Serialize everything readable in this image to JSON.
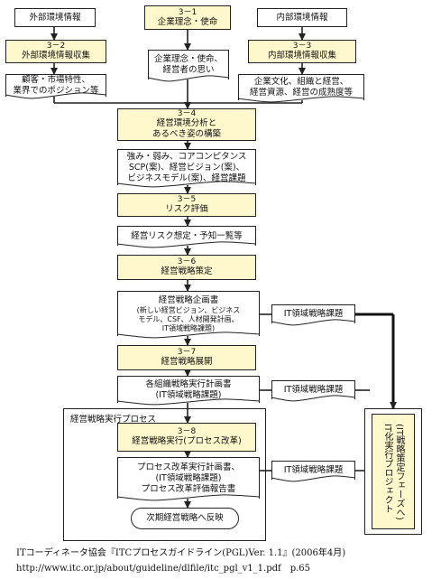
{
  "nodes": {
    "external_info": "外部環境情報",
    "internal_info": "内部環境情報",
    "s31": {
      "num": "3－1",
      "label": "企業理念・使命"
    },
    "s32": {
      "num": "3－2",
      "label": "外部環境情報収集"
    },
    "s33": {
      "num": "3－3",
      "label": "内部環境情報収集"
    },
    "ext_out": "顧客・市場特性、\n業界でのポジション等",
    "philosophy_out": "企業理念・使命、\n経営者の思い",
    "int_out": "企業文化、組織と経営、\n経営資源、経営の成熟度等",
    "s34": {
      "num": "3－4",
      "label": "経営環境分析と\nあるべき姿の構築"
    },
    "analysis_out": "強み・弱み、コアコンピタンス\nSCP(案)、経営ビジョン(案)、\nビジネスモデル(案)、経営課題",
    "s35": {
      "num": "3－5",
      "label": "リスク評価"
    },
    "risk_out": "経営リスク想定・予知一覧等",
    "s36": {
      "num": "3－6",
      "label": "経営戦略策定"
    },
    "plan_doc": {
      "title": "経営戦略企画書",
      "body": "(新しい経営ビジョン、ビジネス\nモデル、CSF、人材開発計画、\nIT領域戦略課題)"
    },
    "s37": {
      "num": "3－7",
      "label": "経営戦略展開"
    },
    "org_plan": "各組織戦略実行計画書\n(IT領域戦略課題)",
    "frame_label": "経営戦略実行プロセス",
    "s38": {
      "num": "3－8",
      "label": "経営戦略実行(プロセス改革)"
    },
    "process_doc": "プロセス改革実行計画書、\n(IT領域戦略課題)\nプロセス改革評価報告書",
    "next": "次期経営戦略へ反映",
    "it_issue_1": "IT領域戦略課題",
    "it_issue_2": "IT領域戦略課題",
    "it_issue_3": "IT領域戦略課題",
    "it_project": "(IT戦略策定フェーズへ)\nIT化実行プロジェクト"
  },
  "caption": {
    "line1": "ITコーディネータ協会『ITCプロセスガイドライン(PGL)Ver. 1.1』(2006年4月)",
    "line2": "http://www.itc.or.jp/about/guideline/dlfile/itc_pgl_v1_1.pdf　p.65"
  },
  "colors": {
    "highlight": "#fff8cc",
    "line": "#222222"
  }
}
